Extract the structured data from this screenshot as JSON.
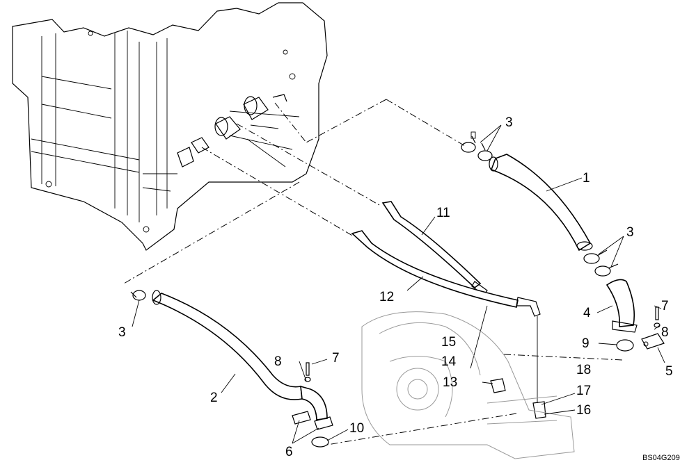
{
  "drawing_code": "BS04G209",
  "callouts": [
    {
      "id": "c1",
      "text": "1"
    },
    {
      "id": "c2",
      "text": "2"
    },
    {
      "id": "c3a",
      "text": "3"
    },
    {
      "id": "c3b",
      "text": "3"
    },
    {
      "id": "c3c",
      "text": "3"
    },
    {
      "id": "c4",
      "text": "4"
    },
    {
      "id": "c5",
      "text": "5"
    },
    {
      "id": "c6",
      "text": "6"
    },
    {
      "id": "c7a",
      "text": "7"
    },
    {
      "id": "c7b",
      "text": "7"
    },
    {
      "id": "c8a",
      "text": "8"
    },
    {
      "id": "c8b",
      "text": "8"
    },
    {
      "id": "c9",
      "text": "9"
    },
    {
      "id": "c10",
      "text": "10"
    },
    {
      "id": "c11",
      "text": "11"
    },
    {
      "id": "c12",
      "text": "12"
    },
    {
      "id": "c13",
      "text": "13"
    },
    {
      "id": "c14",
      "text": "14"
    },
    {
      "id": "c15",
      "text": "15"
    },
    {
      "id": "c16",
      "text": "16"
    },
    {
      "id": "c17",
      "text": "17"
    },
    {
      "id": "c18",
      "text": "18"
    }
  ]
}
